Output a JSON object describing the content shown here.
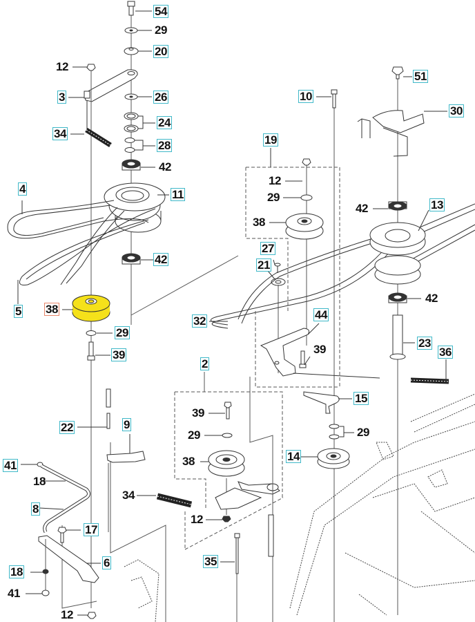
{
  "diagram": {
    "title": "Mower deck belt & pulley exploded parts diagram",
    "colors": {
      "label_box": "#3fb8c8",
      "highlight_box": "#e8866a",
      "highlight_part": "#f5e11a",
      "line": "#333333"
    },
    "selected_part": "38",
    "labels": [
      {
        "id": "54",
        "boxed": true
      },
      {
        "id": "29",
        "boxed": false
      },
      {
        "id": "20",
        "boxed": true
      },
      {
        "id": "12",
        "boxed": false
      },
      {
        "id": "3",
        "boxed": true
      },
      {
        "id": "26",
        "boxed": true
      },
      {
        "id": "24",
        "boxed": true
      },
      {
        "id": "34",
        "boxed": true
      },
      {
        "id": "28",
        "boxed": true
      },
      {
        "id": "42",
        "boxed": false
      },
      {
        "id": "4",
        "boxed": true
      },
      {
        "id": "11",
        "boxed": true
      },
      {
        "id": "42",
        "boxed": true
      },
      {
        "id": "5",
        "boxed": true
      },
      {
        "id": "38",
        "boxed": true,
        "highlighted": true
      },
      {
        "id": "29",
        "boxed": true
      },
      {
        "id": "39",
        "boxed": true
      },
      {
        "id": "10",
        "boxed": true
      },
      {
        "id": "51",
        "boxed": true
      },
      {
        "id": "30",
        "boxed": true
      },
      {
        "id": "19",
        "boxed": true
      },
      {
        "id": "12",
        "boxed": false
      },
      {
        "id": "29",
        "boxed": false
      },
      {
        "id": "38",
        "boxed": false
      },
      {
        "id": "42",
        "boxed": false
      },
      {
        "id": "13",
        "boxed": true
      },
      {
        "id": "27",
        "boxed": true
      },
      {
        "id": "21",
        "boxed": true
      },
      {
        "id": "42",
        "boxed": false
      },
      {
        "id": "32",
        "boxed": true
      },
      {
        "id": "44",
        "boxed": true
      },
      {
        "id": "39",
        "boxed": false
      },
      {
        "id": "23",
        "boxed": true
      },
      {
        "id": "36",
        "boxed": true
      },
      {
        "id": "2",
        "boxed": true
      },
      {
        "id": "15",
        "boxed": true
      },
      {
        "id": "22",
        "boxed": true
      },
      {
        "id": "9",
        "boxed": true
      },
      {
        "id": "39",
        "boxed": false
      },
      {
        "id": "29",
        "boxed": false
      },
      {
        "id": "29",
        "boxed": false
      },
      {
        "id": "41",
        "boxed": true
      },
      {
        "id": "18",
        "boxed": false
      },
      {
        "id": "38",
        "boxed": false
      },
      {
        "id": "14",
        "boxed": true
      },
      {
        "id": "8",
        "boxed": true
      },
      {
        "id": "34",
        "boxed": false
      },
      {
        "id": "12",
        "boxed": false
      },
      {
        "id": "17",
        "boxed": true
      },
      {
        "id": "6",
        "boxed": true
      },
      {
        "id": "35",
        "boxed": true
      },
      {
        "id": "18",
        "boxed": true
      },
      {
        "id": "41",
        "boxed": false
      },
      {
        "id": "12",
        "boxed": false
      }
    ]
  }
}
